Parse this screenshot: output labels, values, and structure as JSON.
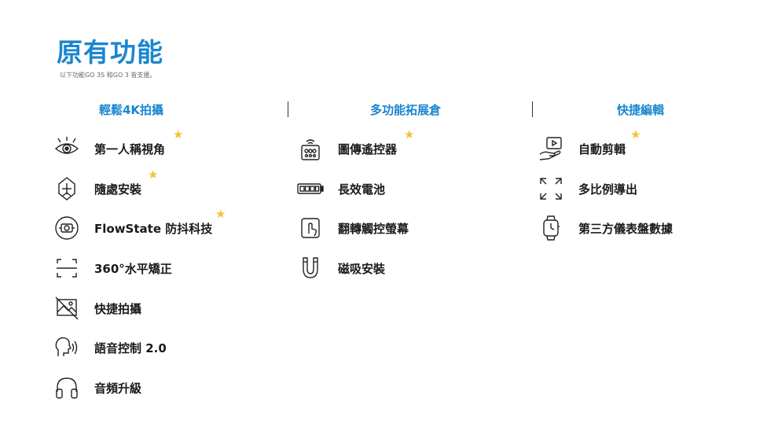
{
  "header": {
    "title": "原有功能",
    "subtitle": "以下功能GO 3S 和GO 3 皆支援。"
  },
  "columns": [
    {
      "heading": "輕鬆4K拍攝",
      "features": [
        {
          "label": "第一人稱視角",
          "icon": "eye-icon",
          "star": "★"
        },
        {
          "label": "隨處安裝",
          "icon": "mount-icon",
          "star": "★"
        },
        {
          "label": "FlowState 防抖科技",
          "icon": "stabilization-icon",
          "star": "★"
        },
        {
          "label": "360°水平矯正",
          "icon": "horizon-icon",
          "star": ""
        },
        {
          "label": "快捷拍攝",
          "icon": "quick-shot-icon",
          "star": ""
        },
        {
          "label": "語音控制 2.0",
          "icon": "voice-icon",
          "star": ""
        },
        {
          "label": "音頻升級",
          "icon": "headphones-icon",
          "star": ""
        }
      ]
    },
    {
      "heading": "多功能拓展倉",
      "features": [
        {
          "label": "圖傳遙控器",
          "icon": "remote-icon",
          "star": "★"
        },
        {
          "label": "長效電池",
          "icon": "battery-icon",
          "star": ""
        },
        {
          "label": "翻轉觸控螢幕",
          "icon": "touchscreen-icon",
          "star": ""
        },
        {
          "label": "磁吸安裝",
          "icon": "magnet-icon",
          "star": ""
        }
      ]
    },
    {
      "heading": "快捷編輯",
      "features": [
        {
          "label": "自動剪輯",
          "icon": "auto-edit-icon",
          "star": "★"
        },
        {
          "label": "多比例導出",
          "icon": "aspect-ratio-icon",
          "star": ""
        },
        {
          "label": "第三方儀表盤數據",
          "icon": "watch-icon",
          "star": ""
        }
      ]
    }
  ],
  "colors": {
    "accent": "#1a86d0",
    "star": "#f5c330",
    "text": "#1a1a1a"
  }
}
